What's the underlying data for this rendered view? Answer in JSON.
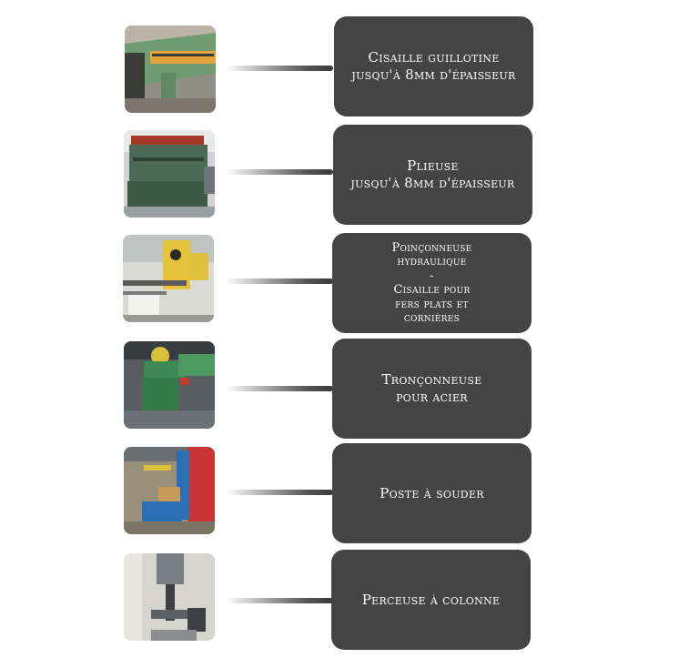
{
  "machines": [
    {
      "label": "Cisaille guillotine\njusqu'à 8mm d'épaisseur",
      "photo": "shear-photo",
      "colors": {
        "machine": "#6f9c70",
        "accent": "#e6a33a",
        "bg": "#8f8f86"
      }
    },
    {
      "label": "Plieuse\njusqu'à 8mm d'épaisseur",
      "photo": "press-brake-photo",
      "colors": {
        "machine": "#4a6a55",
        "accent": "#a83a2a",
        "bg": "#cfd3d4"
      }
    },
    {
      "label": "Poinçonneuse\nhydraulique\n-\nCisaille pour\nfers plats et\ncornières",
      "photo": "ironworker-photo",
      "colors": {
        "machine": "#e4c23a",
        "accent": "#2a2a2a",
        "bg": "#d9d9d6"
      }
    },
    {
      "label": "Tronçonneuse\npour acier",
      "photo": "cold-saw-photo",
      "colors": {
        "machine": "#3e8a54",
        "accent": "#d9c23a",
        "bg": "#595d60"
      }
    },
    {
      "label": "Poste à souder",
      "photo": "welding-station-photo",
      "colors": {
        "machine": "#2b6fb3",
        "accent": "#c93434",
        "bg": "#9a8f7a"
      }
    },
    {
      "label": "Perceuse à colonne",
      "photo": "drill-press-photo",
      "colors": {
        "machine": "#7a7e83",
        "accent": "#3d3f42",
        "bg": "#d6d4ce"
      }
    }
  ]
}
